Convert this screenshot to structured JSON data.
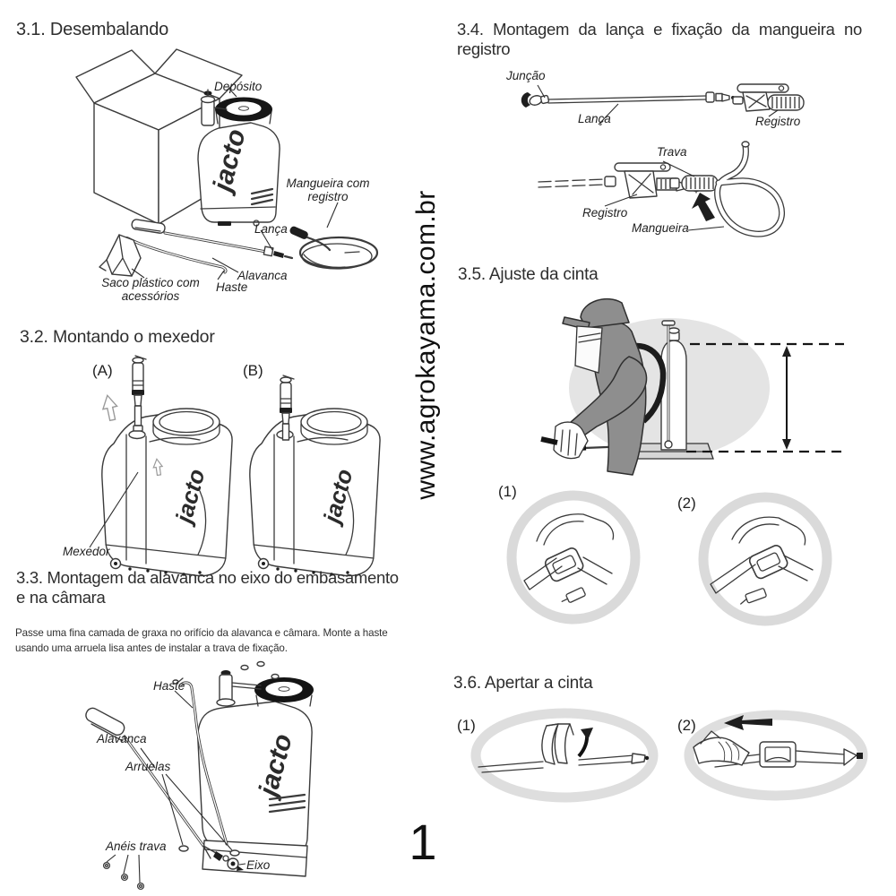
{
  "page": {
    "number": "1",
    "watermark": "www.agrokayama.com.br"
  },
  "brand": {
    "logo": "jacto"
  },
  "colors": {
    "ink": "#2e2e2e",
    "line_art": "#3b3b3b",
    "ellipse_bg": "#e4e4e4",
    "ring_gray": "#dadada",
    "person_gray": "#8e8e8e"
  },
  "sections": {
    "unpacking": {
      "title": "3.1. Desembalando",
      "labels": {
        "deposito": "Depósito",
        "mangueira_registro": "Mangueira com registro",
        "lanca": "Lança",
        "alavanca": "Alavanca",
        "haste": "Haste",
        "saco": "Saco plástico com acessórios"
      }
    },
    "mexedor": {
      "title": "3.2. Montando o mexedor",
      "fig_a": "(A)",
      "fig_b": "(B)",
      "labels": {
        "mexedor": "Mexedor"
      }
    },
    "alavanca": {
      "title_lines": [
        "3.3. Montagem da alavanca no eixo do embasamento",
        "e na câmara"
      ],
      "body_lines": [
        "Passe uma fina camada de graxa no orifício da alavanca e câmara. Monte a haste",
        "usando uma arruela lisa antes de instalar a trava de fixação."
      ],
      "labels": {
        "haste": "Haste",
        "alavanca": "Alavanca",
        "arruelas": "Arruelas",
        "aneis_trava": "Anéis trava",
        "eixo": "Eixo"
      }
    },
    "lanca_mangueira": {
      "title_lines": [
        "3.4. Montagem da lança e fixação da mangueira no",
        "registro"
      ],
      "labels": {
        "juncao": "Junção",
        "lanca": "Lança",
        "registro_top": "Registro",
        "trava": "Trava",
        "registro_bottom": "Registro",
        "mangueira": "Mangueira"
      }
    },
    "ajuste_cinta": {
      "title": "3.5. Ajuste da cinta",
      "fig_1": "(1)",
      "fig_2": "(2)"
    },
    "apertar_cinta": {
      "title": "3.6. Apertar a cinta",
      "fig_1": "(1)",
      "fig_2": "(2)"
    }
  }
}
